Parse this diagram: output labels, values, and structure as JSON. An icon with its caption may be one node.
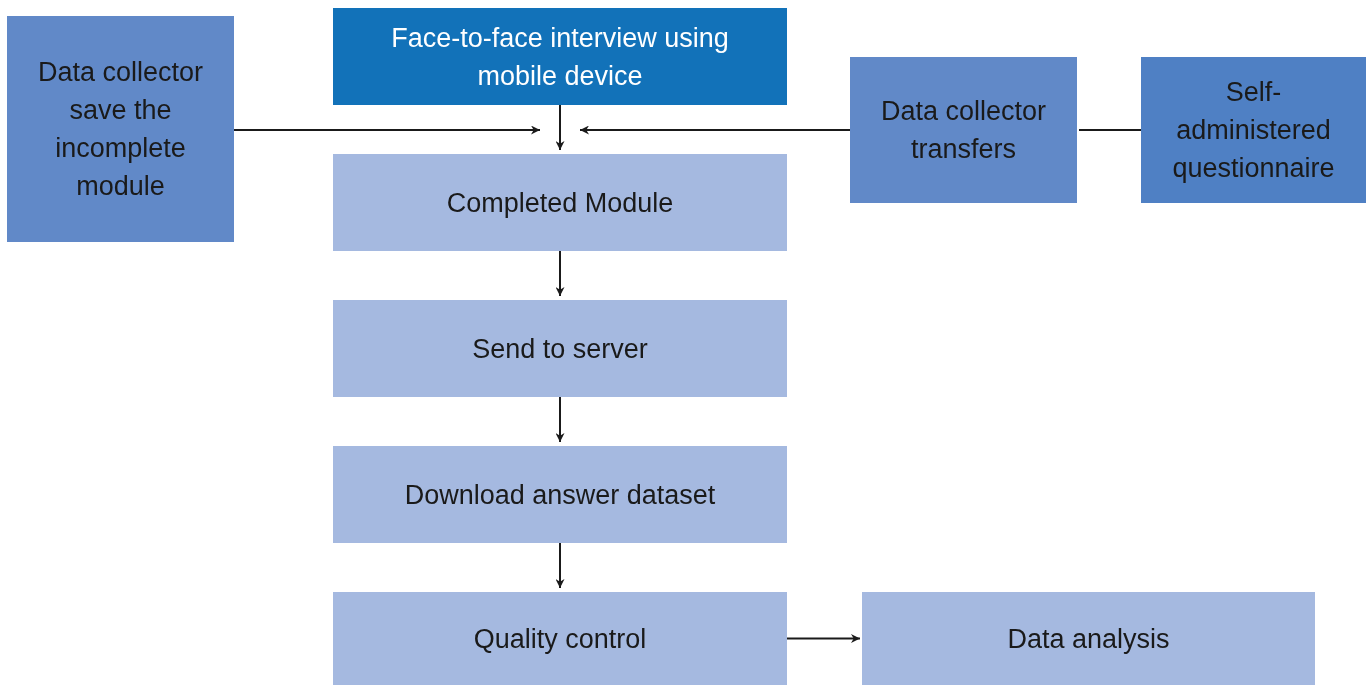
{
  "diagram": {
    "nodes": [
      {
        "text": [
          "Data collector save the incomplete module"
        ]
      },
      {
        "text": [
          "Face-to-face interview using mobile device"
        ]
      },
      {
        "text": [
          "Data collector transfers"
        ]
      },
      {
        "text": [
          "Self-administered questionnaire"
        ]
      },
      {
        "text": [
          "Completed Module"
        ]
      },
      {
        "text": [
          "Send to server"
        ]
      },
      {
        "text": [
          "Download answer dataset"
        ]
      },
      {
        "text": [
          "Quality control"
        ]
      },
      {
        "text": [
          "Data analysis"
        ]
      }
    ],
    "edges": [
      {
        "from": 0,
        "to": 4,
        "arrow": "to"
      },
      {
        "from": 1,
        "to": 4,
        "arrow": "to"
      },
      {
        "from": 2,
        "to": 4,
        "arrow": "to"
      },
      {
        "from": 3,
        "to": 2,
        "arrow": "none"
      },
      {
        "from": 4,
        "to": 5,
        "arrow": "to"
      },
      {
        "from": 5,
        "to": 6,
        "arrow": "to"
      },
      {
        "from": 6,
        "to": 7,
        "arrow": "to"
      },
      {
        "from": 7,
        "to": 8,
        "arrow": "to"
      }
    ]
  }
}
